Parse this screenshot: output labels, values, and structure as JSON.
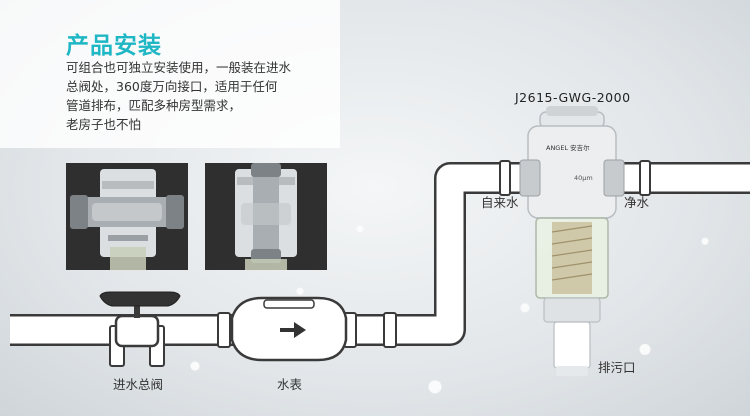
{
  "section": {
    "title": "产品安装",
    "description_lines": [
      "可组合也可独立安装使用，一般装在进水",
      "总阀处，360度万向接口，适用于任何",
      "管道排布，匹配多种房型需求，",
      "老房子也不怕"
    ]
  },
  "product": {
    "model": "J2615-GWG-2000",
    "brand_mark": "ANGEL 安吉尔",
    "filter_mark": "40μm"
  },
  "labels": {
    "inlet": "自来水",
    "outlet": "净水",
    "drain": "排污口",
    "main_valve": "进水总阀",
    "water_meter": "水表"
  },
  "colors": {
    "accent": "#20b7c5",
    "pipe_fill": "#ffffff",
    "pipe_stroke": "#3a3a3a"
  },
  "icons": [
    "valve-handle-icon",
    "flow-arrow-icon"
  ]
}
